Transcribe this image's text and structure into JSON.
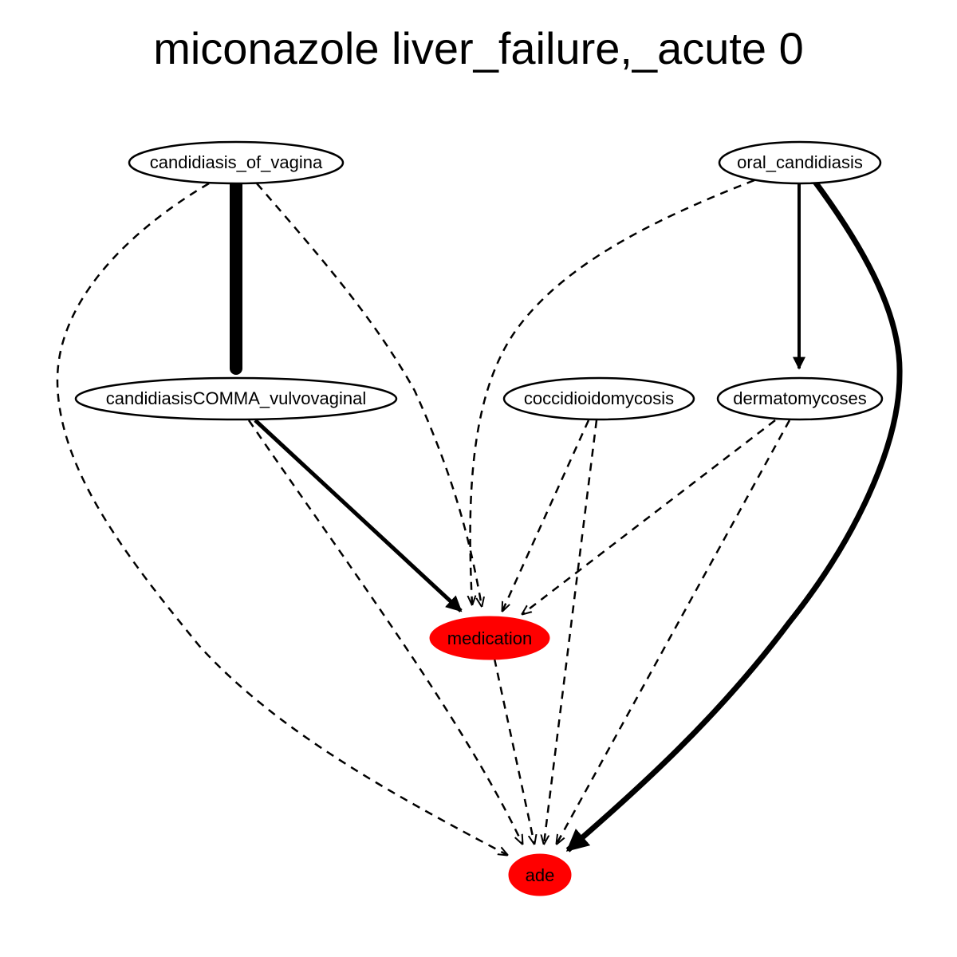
{
  "title": "miconazole liver_failure,_acute 0",
  "colors": {
    "highlight": "#ff0000",
    "stroke": "#000000",
    "background": "#ffffff"
  },
  "nodes": [
    {
      "id": "candidiasis_of_vagina",
      "label": "candidiasis_of_vagina",
      "highlighted": false
    },
    {
      "id": "oral_candidiasis",
      "label": "oral_candidiasis",
      "highlighted": false
    },
    {
      "id": "candidiasisCOMMA_vulvovaginal",
      "label": "candidiasisCOMMA_vulvovaginal",
      "highlighted": false
    },
    {
      "id": "coccidioidomycosis",
      "label": "coccidioidomycosis",
      "highlighted": false
    },
    {
      "id": "dermatomycoses",
      "label": "dermatomycoses",
      "highlighted": false
    },
    {
      "id": "medication",
      "label": "medication",
      "highlighted": true
    },
    {
      "id": "ade",
      "label": "ade",
      "highlighted": true
    }
  ],
  "edges": [
    {
      "from": "candidiasis_of_vagina",
      "to": "candidiasisCOMMA_vulvovaginal",
      "style": "solid",
      "weight": "heavy"
    },
    {
      "from": "candidiasis_of_vagina",
      "to": "medication",
      "style": "dashed",
      "weight": "thin"
    },
    {
      "from": "candidiasis_of_vagina",
      "to": "ade",
      "style": "dashed",
      "weight": "thin"
    },
    {
      "from": "oral_candidiasis",
      "to": "dermatomycoses",
      "style": "solid",
      "weight": "medium"
    },
    {
      "from": "oral_candidiasis",
      "to": "medication",
      "style": "dashed",
      "weight": "thin"
    },
    {
      "from": "oral_candidiasis",
      "to": "ade",
      "style": "solid",
      "weight": "bold"
    },
    {
      "from": "candidiasisCOMMA_vulvovaginal",
      "to": "medication",
      "style": "solid",
      "weight": "bold"
    },
    {
      "from": "candidiasisCOMMA_vulvovaginal",
      "to": "ade",
      "style": "dashed",
      "weight": "thin"
    },
    {
      "from": "coccidioidomycosis",
      "to": "medication",
      "style": "dashed",
      "weight": "thin"
    },
    {
      "from": "coccidioidomycosis",
      "to": "ade",
      "style": "dashed",
      "weight": "thin"
    },
    {
      "from": "dermatomycoses",
      "to": "medication",
      "style": "dashed",
      "weight": "thin"
    },
    {
      "from": "dermatomycoses",
      "to": "ade",
      "style": "dashed",
      "weight": "thin"
    },
    {
      "from": "medication",
      "to": "ade",
      "style": "dashed",
      "weight": "thin"
    }
  ]
}
